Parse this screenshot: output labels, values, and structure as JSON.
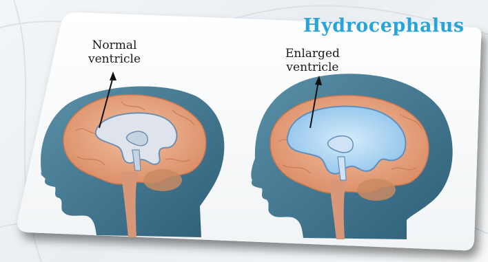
{
  "title": "Hydrocephalus",
  "labels": {
    "normal_line1": "Normal",
    "normal_line2": "ventricle",
    "enlarged_line1": "Enlarged",
    "enlarged_line2": "ventricle"
  },
  "colors": {
    "title": "#2aa3d8",
    "head": "#3f7893",
    "brain": "#e9a57f",
    "ventricle_normal": "#dfe4ec",
    "ventricle_enlarged": "#b8dcf5",
    "csf_halo": "#4a8bab"
  }
}
